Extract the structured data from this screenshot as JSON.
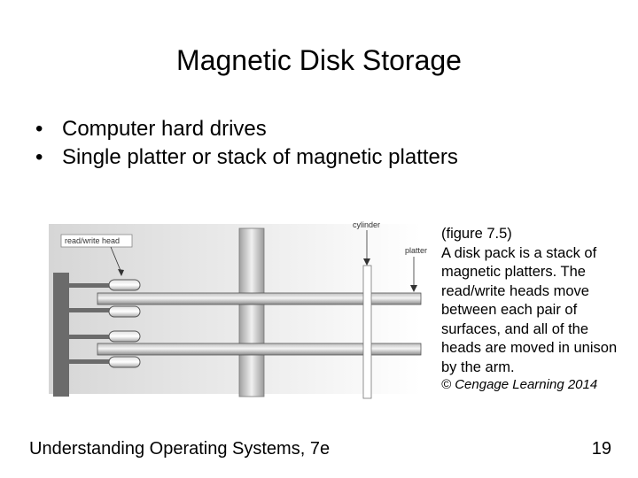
{
  "slide": {
    "title": "Magnetic Disk Storage",
    "bullets": [
      "Computer hard drives",
      "Single platter or stack of magnetic platters"
    ]
  },
  "figure": {
    "labels": {
      "read_write_head": "read/write head",
      "cylinder": "cylinder",
      "platter": "platter"
    }
  },
  "caption": {
    "number": "(figure 7.5)",
    "text": "A disk pack is a stack of magnetic platters. The read/write heads move between each pair of surfaces, and all of the heads are moved in unison by the arm.",
    "copyright": "© Cengage Learning 2014"
  },
  "footer": {
    "book": "Understanding Operating Systems, 7e",
    "page": "19"
  }
}
